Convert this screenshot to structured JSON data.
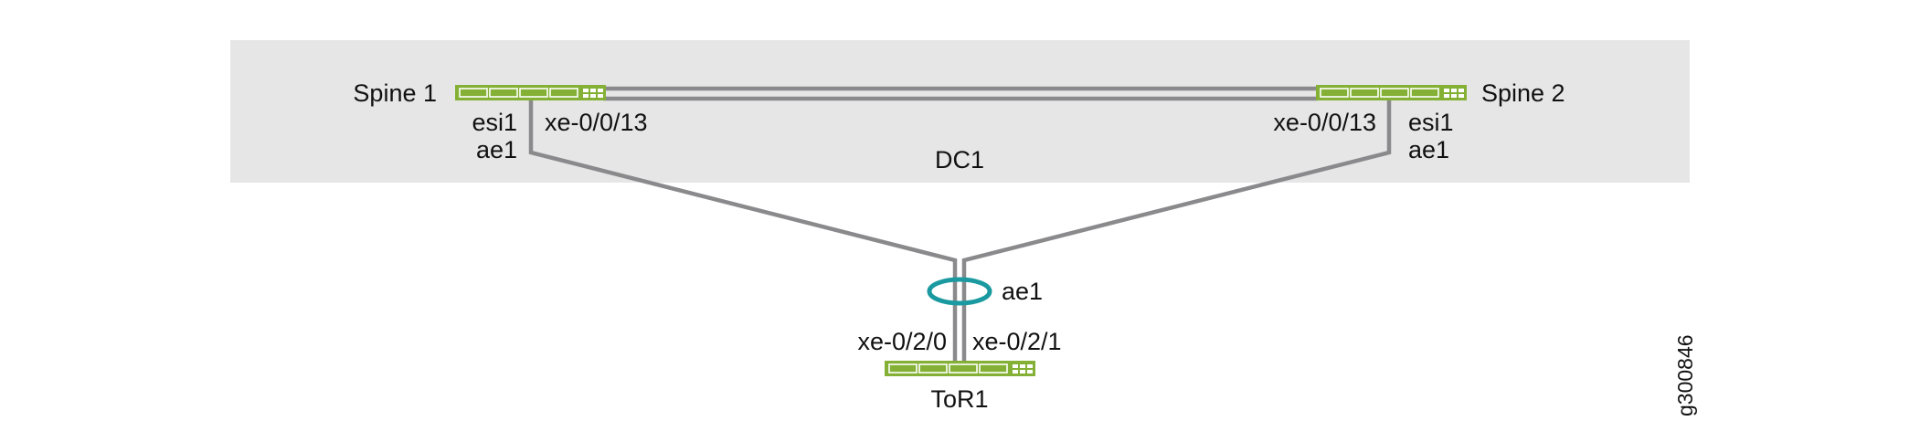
{
  "diagram": {
    "region_label": "DC1",
    "figure_id": "g300846",
    "colors": {
      "region": "#e6e6e6",
      "switch": "#84b135",
      "link": "#8a8a8c",
      "lag": "#1a9aa0"
    },
    "nodes": {
      "spine1": {
        "name": "Spine 1",
        "esi": "esi1",
        "ae": "ae1",
        "port": "xe-0/0/13"
      },
      "spine2": {
        "name": "Spine 2",
        "esi": "esi1",
        "ae": "ae1",
        "port": "xe-0/0/13"
      },
      "tor1": {
        "name": "ToR1",
        "lag": "ae1",
        "port_left": "xe-0/2/0",
        "port_right": "xe-0/2/1"
      }
    }
  }
}
